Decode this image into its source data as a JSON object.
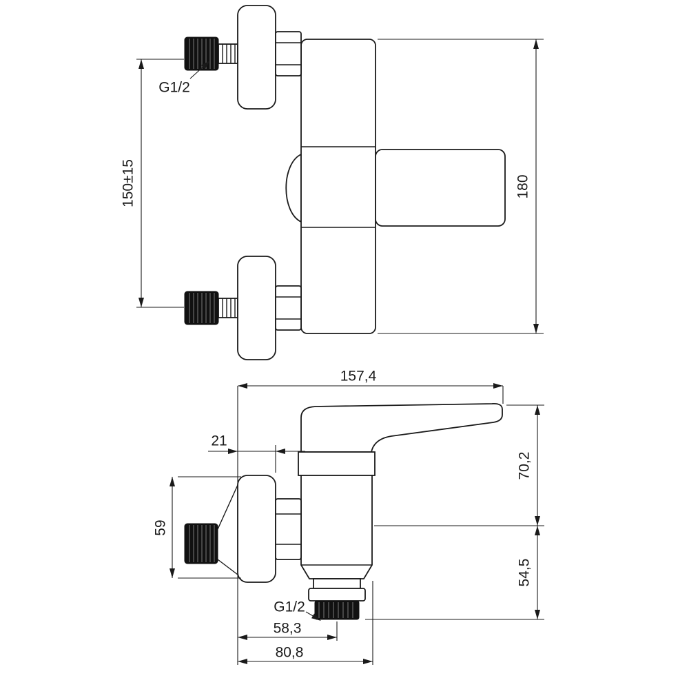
{
  "page": {
    "background": "#ffffff"
  },
  "drawing": {
    "type": "technical-dimension-drawing",
    "subject": "wall-mounted single-lever mixer tap shown in two orthographic views with dimensions",
    "colors": {
      "line": "#1a1a1a",
      "solid_part": "#111111",
      "fill": "#ffffff"
    },
    "labels": {
      "front": {
        "spacing": "150±15",
        "thread": "G1/2",
        "height": "180"
      },
      "side": {
        "depth_total": "157,4",
        "plate_depth": "21",
        "plate_height": "59",
        "top_section": "70,2",
        "bottom_section": "54,5",
        "outlet_thread": "G1/2",
        "outlet_offset": "58,3",
        "body_depth": "80,8"
      }
    }
  }
}
